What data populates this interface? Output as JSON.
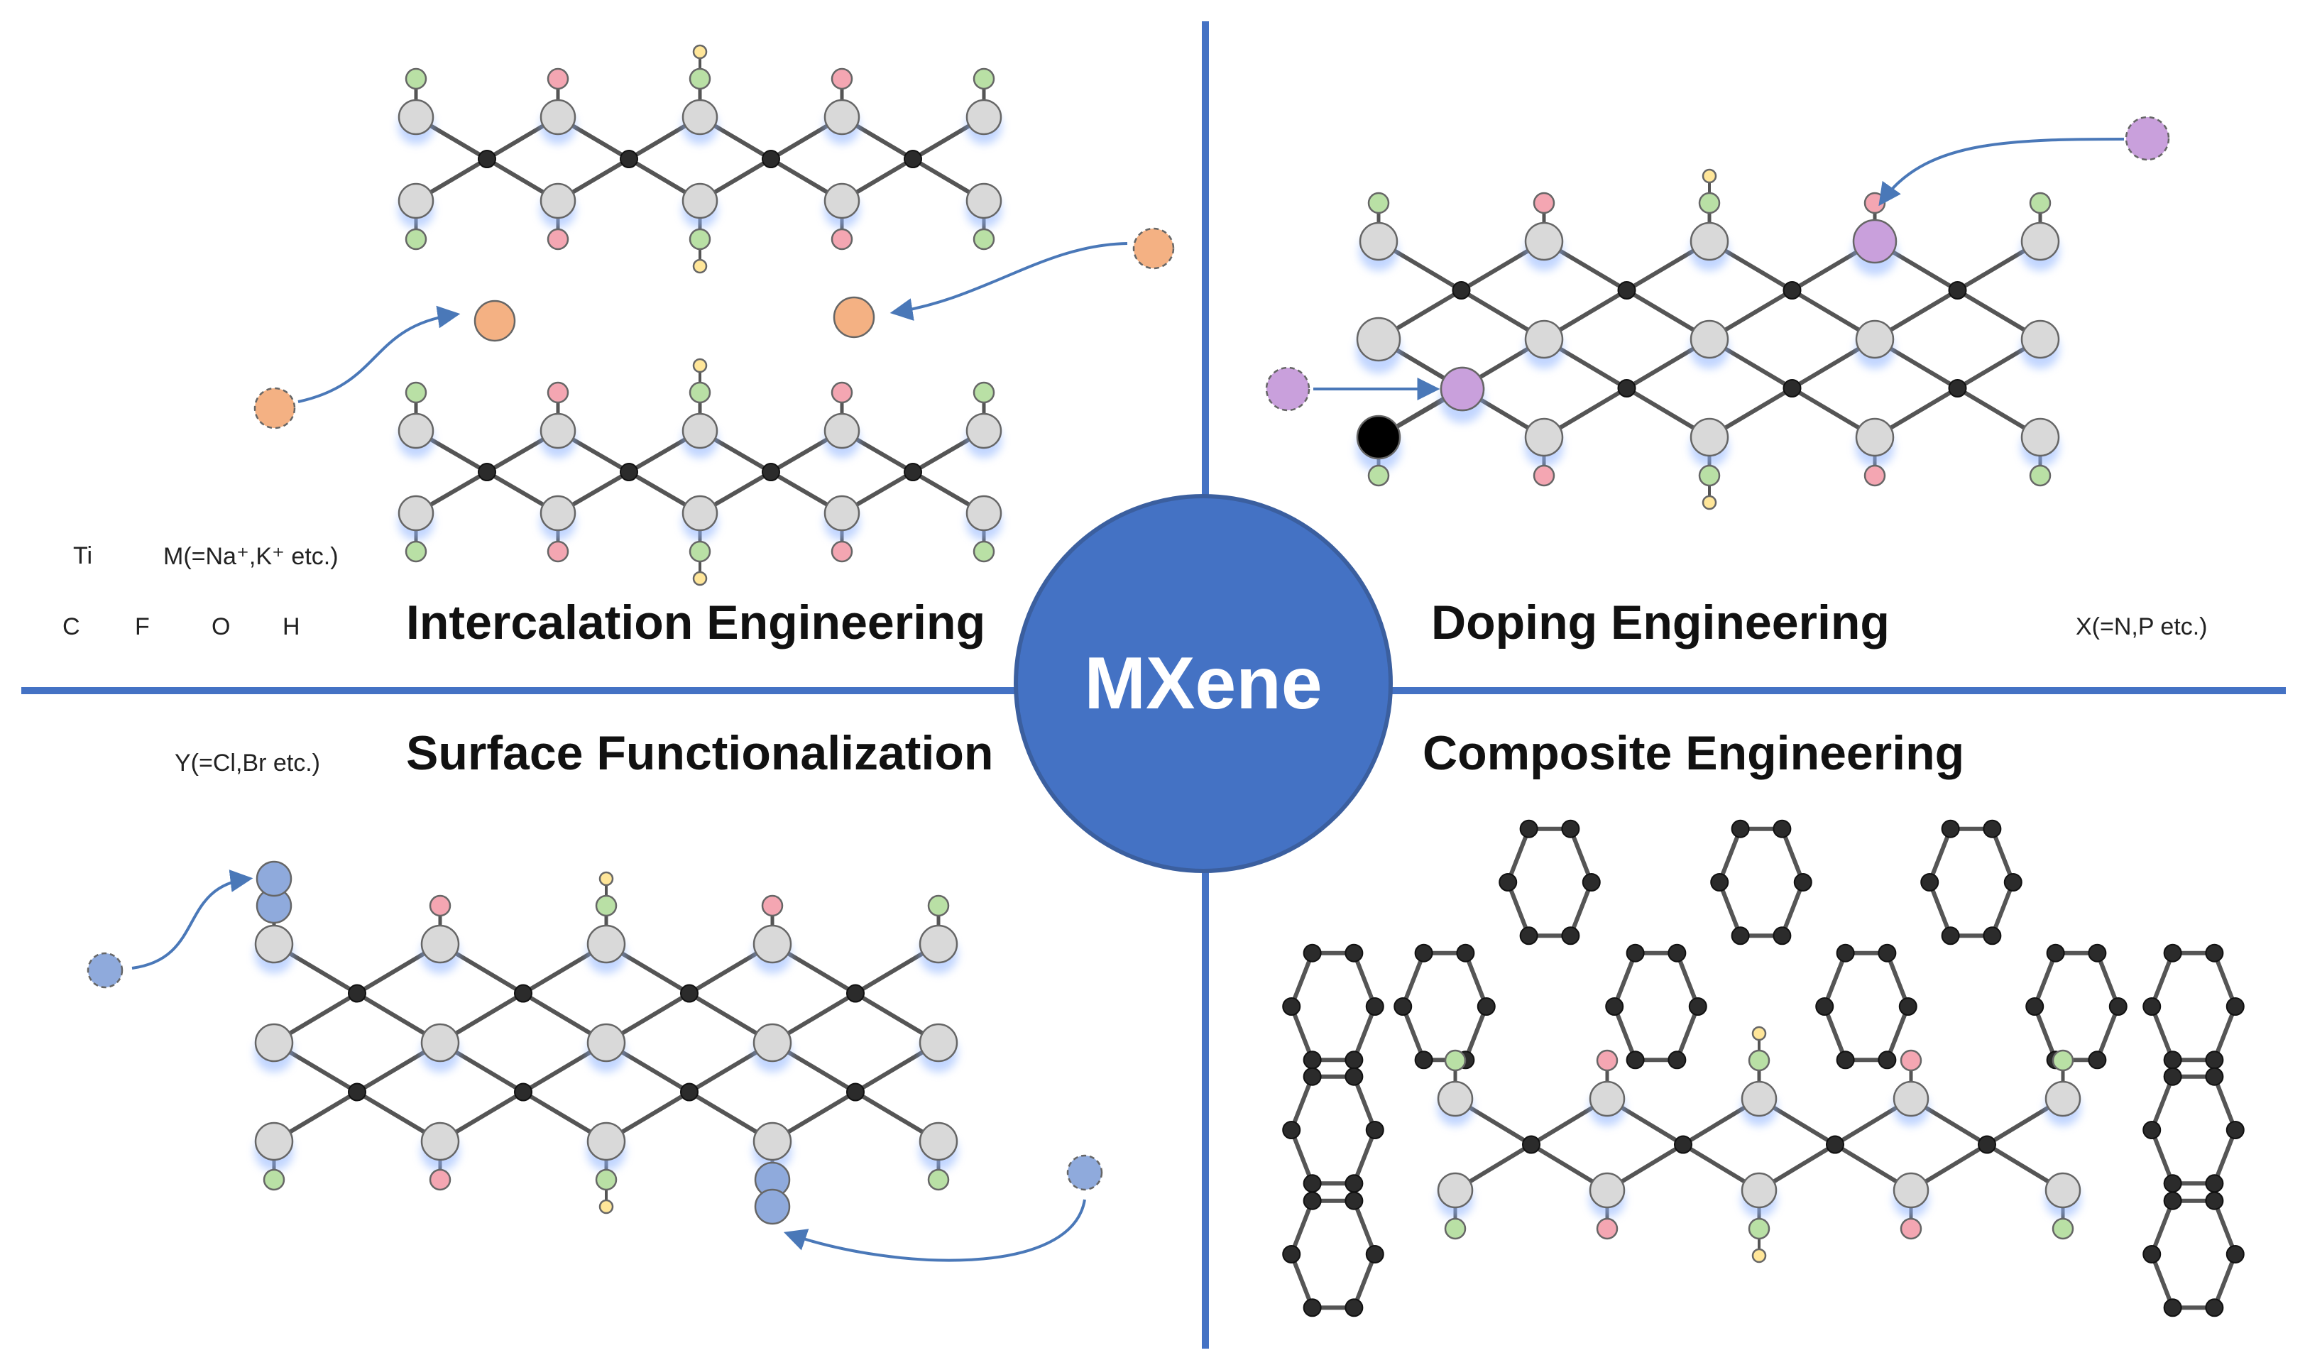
{
  "center_label": "MXene",
  "quadrants": {
    "intercalation": {
      "title": "Intercalation Engineering"
    },
    "doping": {
      "title": "Doping Engineering"
    },
    "surface": {
      "title": "Surface Functionalization"
    },
    "composite": {
      "title": "Composite Engineering"
    }
  },
  "legend": {
    "ti": "Ti",
    "m": "M(=Na⁺,K⁺ etc.)",
    "c": "C",
    "f": "F",
    "o": "O",
    "h": "H",
    "x": "X(=N,P etc.)",
    "y": "Y(=Cl,Br etc.)"
  },
  "colors": {
    "ti": "#d9d9d9",
    "c": "#2b2b2b",
    "f": "#f4a6b2",
    "o": "#b9e0a5",
    "h": "#ffe699",
    "m": "#f4b183",
    "x": "#c9a0dc",
    "y": "#8faadc",
    "divider": "#4472c4",
    "arrow": "#4a78b8"
  }
}
